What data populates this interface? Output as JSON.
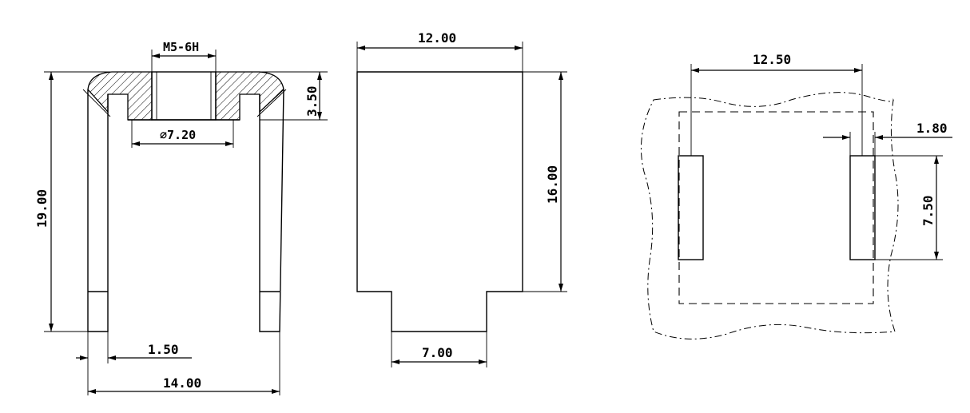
{
  "labels": {
    "front_thread": "M5-6H",
    "front_height_small": "3.50",
    "front_diameter": "⌀7.20",
    "front_total_height": "19.00",
    "front_pin_width": "1.50",
    "front_width": "14.00",
    "side_width": "12.00",
    "side_height": "16.00",
    "side_tab_width": "7.00",
    "pcb_spacing": "12.50",
    "pcb_slot_width": "1.80",
    "pcb_slot_length": "7.50"
  }
}
